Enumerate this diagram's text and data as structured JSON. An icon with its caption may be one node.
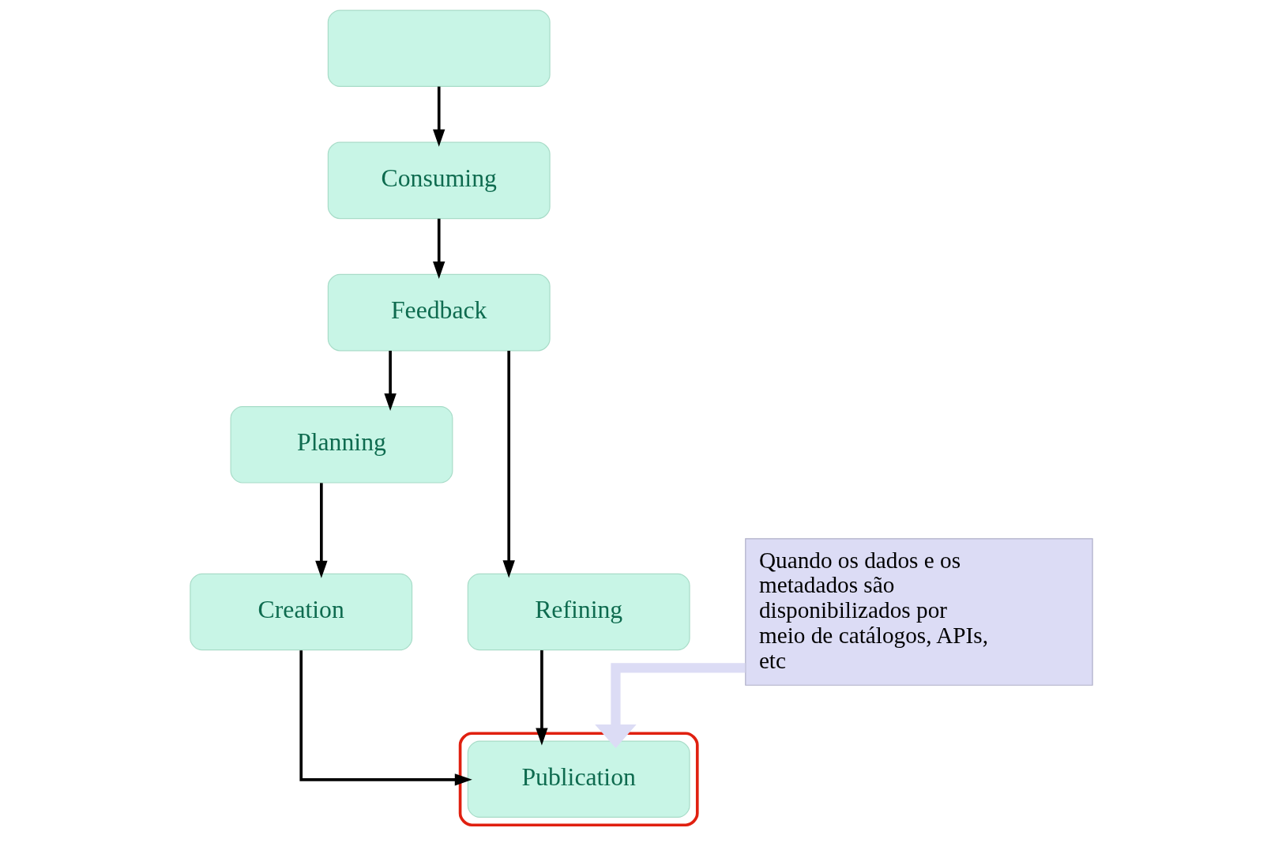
{
  "diagram": {
    "nodes": [
      {
        "text": [
          "Planning"
        ]
      },
      {
        "text": [
          "Feedback"
        ]
      },
      {
        "text": [
          "Refining"
        ]
      },
      {
        "text": [
          "Creation"
        ]
      },
      {
        "text": [
          "Consuming"
        ]
      },
      {
        "text": [],
        "shape": "ellipse"
      },
      {
        "text": [
          "Publication"
        ],
        "in": 5
      },
      {
        "text": [
          "Quando os dados e os metadados são disponibilizados por meio de catálogos, APIs, etc"
        ]
      },
      {
        "text": [],
        "shape": "box"
      }
    ],
    "edges": [
      {
        "from": 1,
        "to": 0,
        "arrow": "to"
      },
      {
        "from": 1,
        "to": 2,
        "arrow": "to"
      },
      {
        "from": 0,
        "to": 3,
        "arrow": "to"
      },
      {
        "from": 4,
        "to": 1,
        "arrow": "to"
      },
      {
        "from": 3,
        "to": 6,
        "arrow": "to"
      },
      {
        "from": 2,
        "to": 6,
        "arrow": "to"
      },
      {
        "from": 8,
        "to": 4,
        "arrow": "to"
      },
      {
        "from": 7,
        "to": 6,
        "arrow": "to",
        "style": "thick",
        "color": "#dcdcf5"
      }
    ]
  }
}
